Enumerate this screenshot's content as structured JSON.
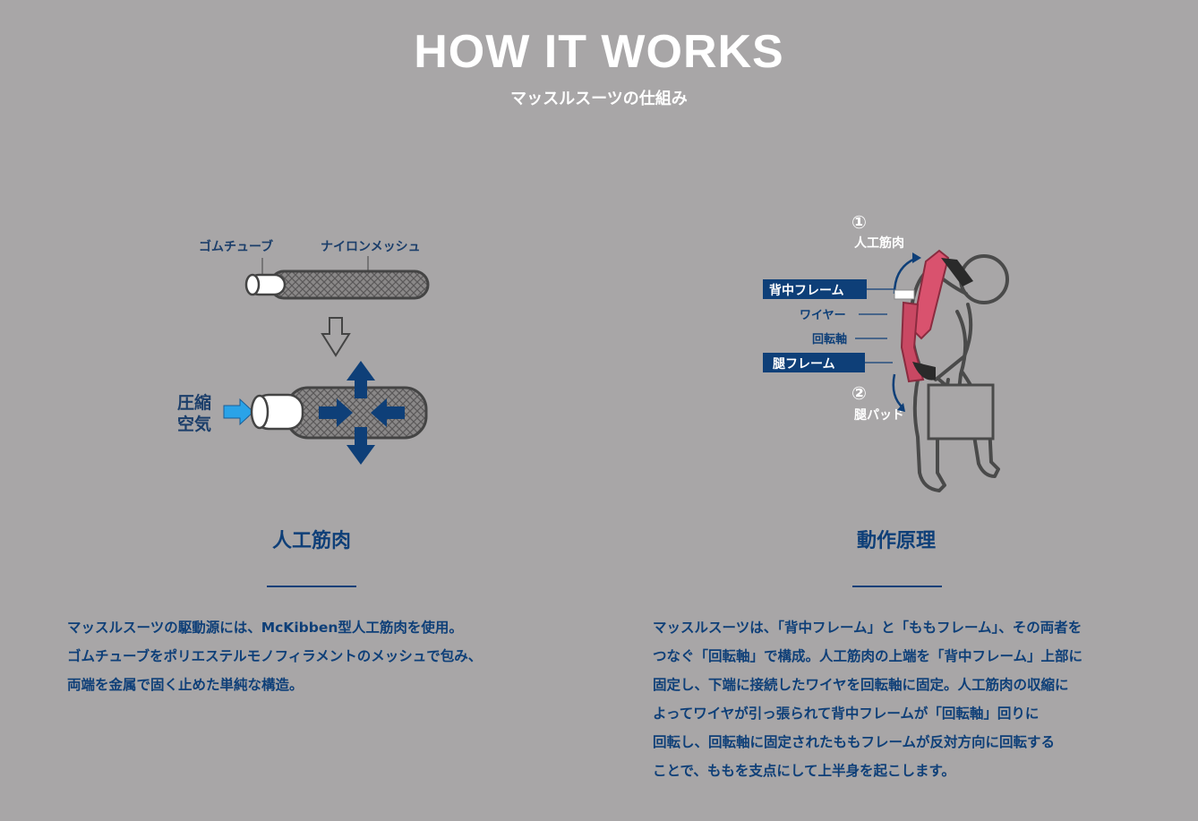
{
  "header": {
    "title": "HOW IT WORKS",
    "subtitle": "マッスルスーツの仕組み"
  },
  "left": {
    "diagram_labels": {
      "rubber_tube": "ゴムチューブ",
      "nylon_mesh": "ナイロンメッシュ",
      "compressed_air_line1": "圧縮",
      "compressed_air_line2": "空気"
    },
    "heading": "人工筋肉",
    "body_lines": [
      "マッスルスーツの駆動源には、McKibben型人工筋肉を使用。",
      "ゴムチューブをポリエステルモノフィラメントのメッシュで包み、",
      "両端を金属で固く止めた単純な構造。"
    ]
  },
  "right": {
    "diagram_labels": {
      "num1": "①",
      "artificial_muscle": "人工筋肉",
      "back_frame": "背中フレーム",
      "wire": "ワイヤー",
      "rotation_axis": "回転軸",
      "thigh_frame": "腿フレーム",
      "num2": "②",
      "thigh_pad": "腿パッド"
    },
    "heading": "動作原理",
    "body_lines": [
      "マッスルスーツは、「背中フレーム」と「ももフレーム」、その両者を",
      "つなぐ「回転軸」で構成。人工筋肉の上端を「背中フレーム」上部に",
      "固定し、下端に接続したワイヤを回転軸に固定。人工筋肉の収縮に",
      "よってワイヤが引っ張られて背中フレームが「回転軸」回りに",
      "回転し、回転軸に固定されたももフレームが反対方向に回転する",
      "ことで、ももを支点にして上半身を起こします。"
    ]
  },
  "colors": {
    "background": "#a8a6a7",
    "navy": "#0e3f78",
    "arrow_blue": "#1e90d8",
    "muscle_pink": "#d9526e",
    "white": "#ffffff"
  }
}
